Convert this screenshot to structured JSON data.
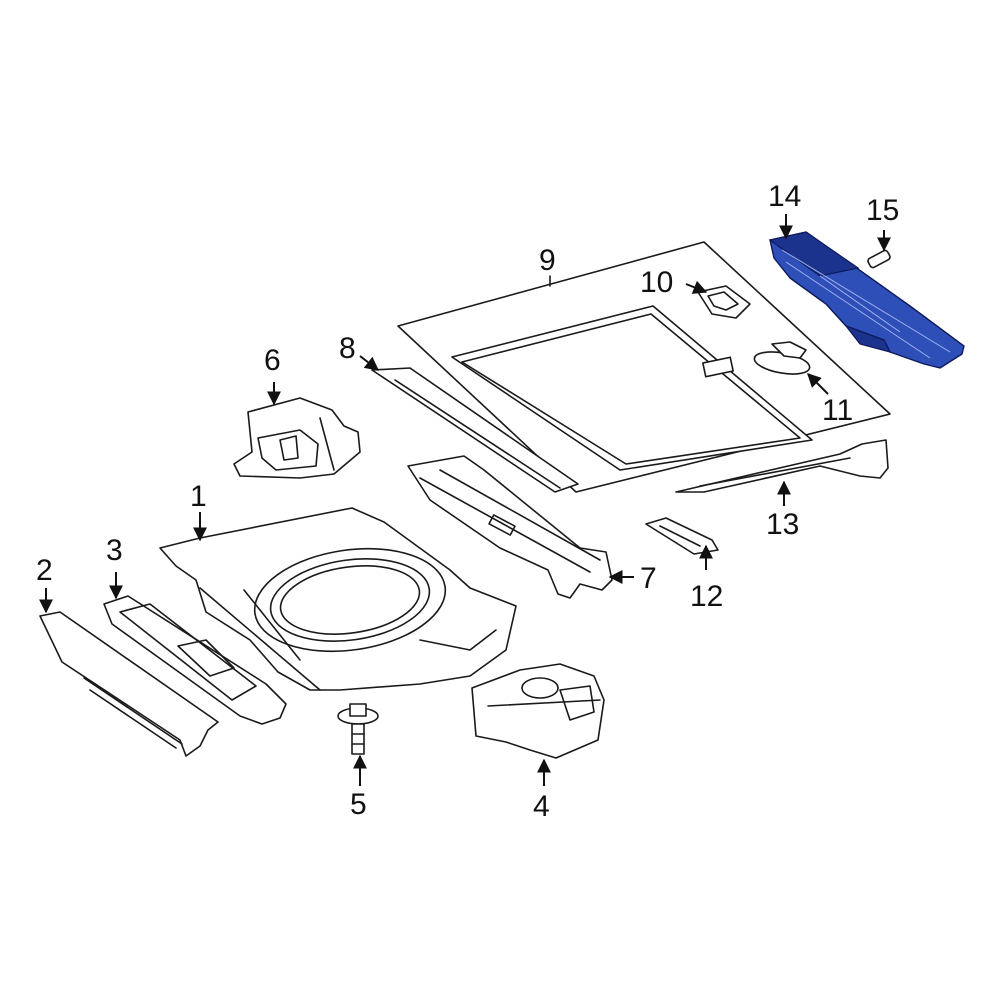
{
  "colors": {
    "highlight": "#2f4fb8",
    "line": "#1a1a1a",
    "background": "#ffffff"
  },
  "callouts": [
    {
      "id": "p1",
      "label": "1"
    },
    {
      "id": "p2",
      "label": "2"
    },
    {
      "id": "p3",
      "label": "3"
    },
    {
      "id": "p4",
      "label": "4"
    },
    {
      "id": "p5",
      "label": "5"
    },
    {
      "id": "p6",
      "label": "6"
    },
    {
      "id": "p7",
      "label": "7"
    },
    {
      "id": "p8",
      "label": "8"
    },
    {
      "id": "p9",
      "label": "9"
    },
    {
      "id": "p10",
      "label": "10"
    },
    {
      "id": "p11",
      "label": "11"
    },
    {
      "id": "p12",
      "label": "12"
    },
    {
      "id": "p13",
      "label": "13"
    },
    {
      "id": "p14",
      "label": "14",
      "highlighted": true
    },
    {
      "id": "p15",
      "label": "15"
    }
  ]
}
